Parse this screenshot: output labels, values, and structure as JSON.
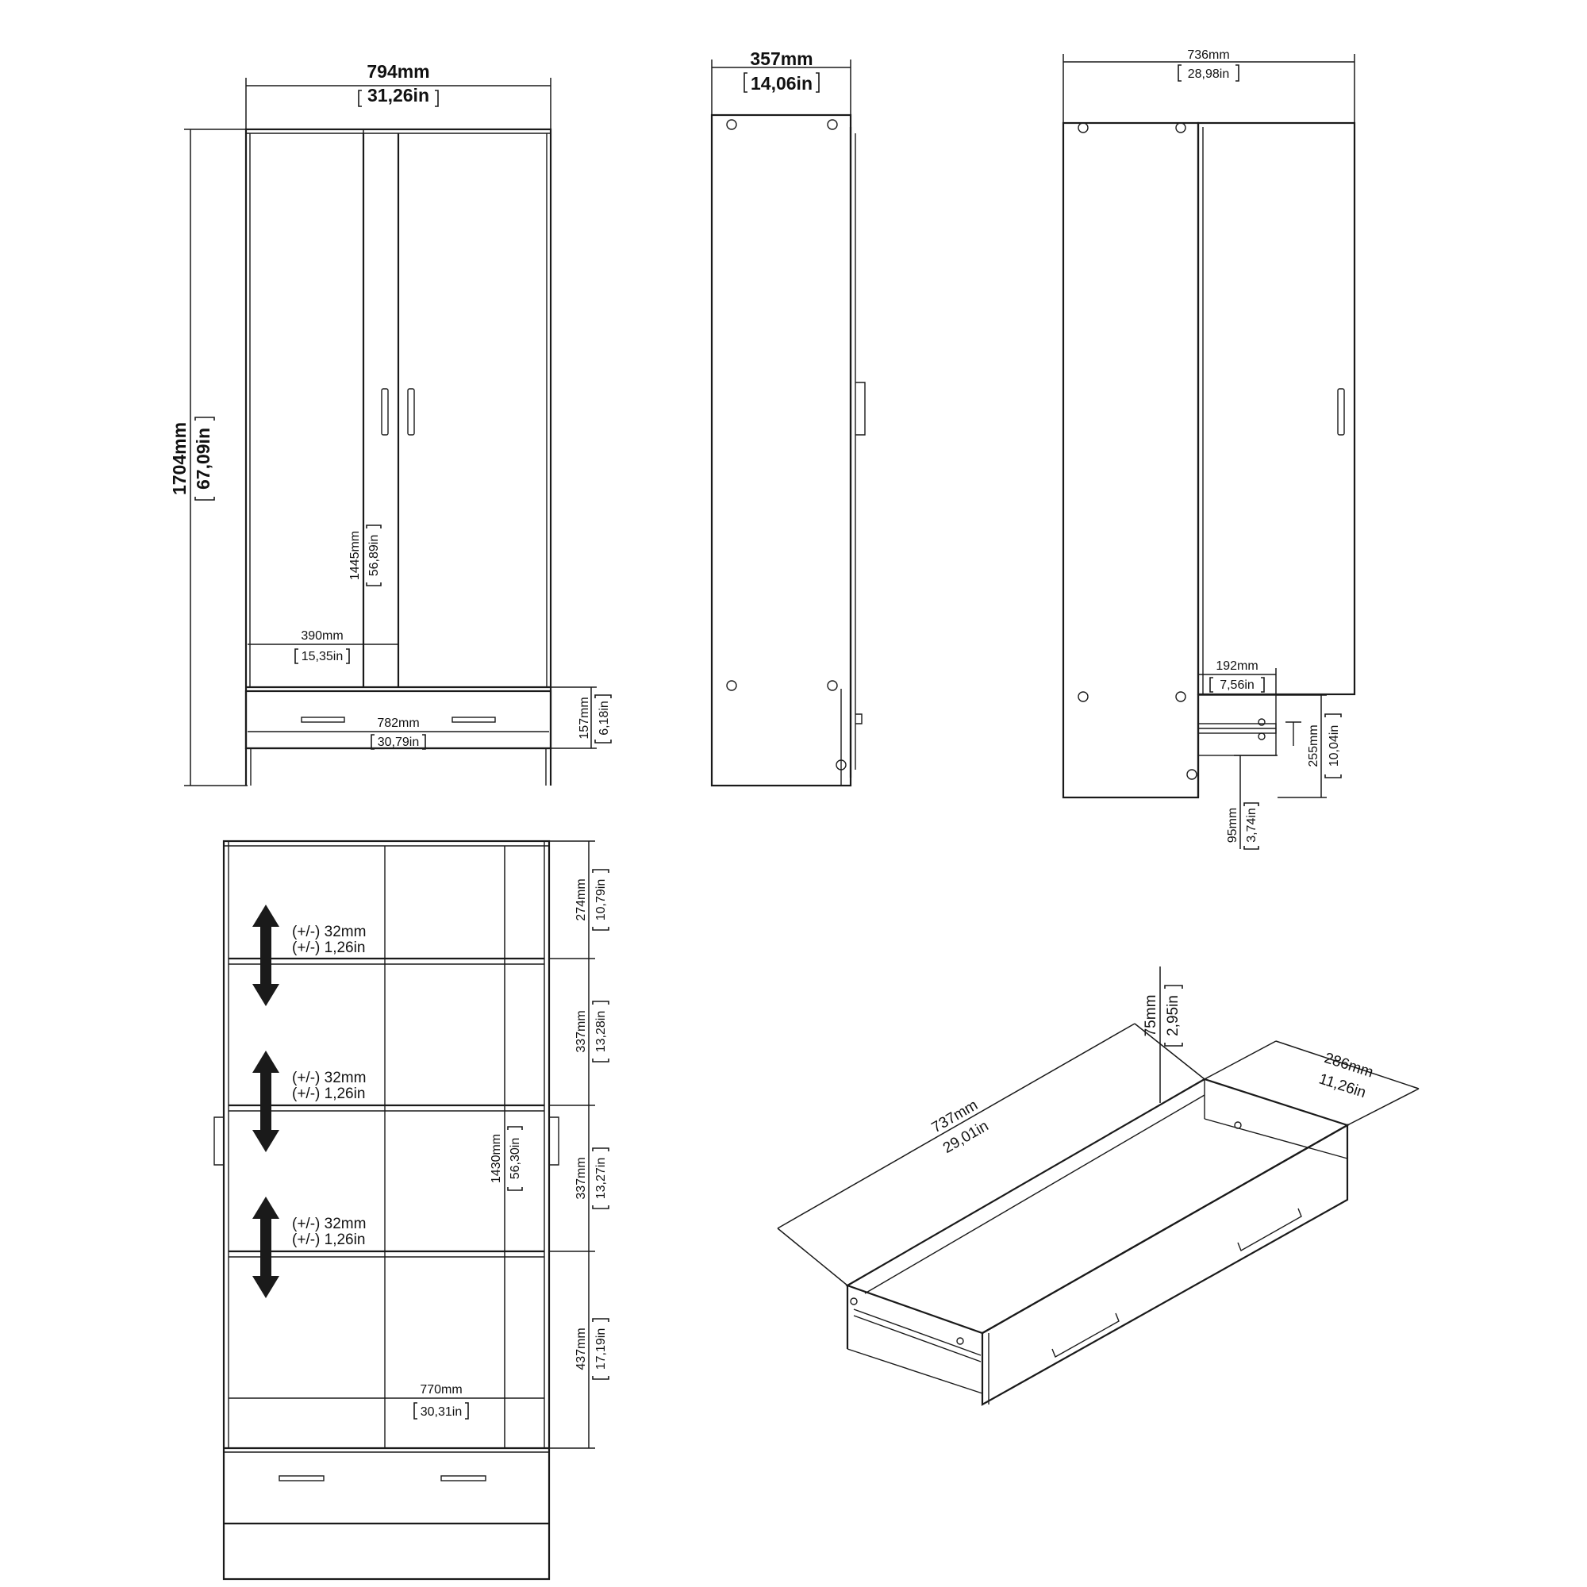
{
  "front_view": {
    "width_mm": "794mm",
    "width_in": "31,26in",
    "height_mm": "1704mm",
    "height_in": "67,09in",
    "inner_height_mm": "1445mm",
    "inner_height_in": "56,89in",
    "door_width_mm": "390mm",
    "door_width_in": "15,35in",
    "drawer_width_mm": "782mm",
    "drawer_width_in": "30,79in",
    "drawer_height_mm": "157mm",
    "drawer_height_in": "6,18in"
  },
  "side_view": {
    "depth_mm": "357mm",
    "depth_in": "14,06in"
  },
  "back_view": {
    "width_mm": "736mm",
    "width_in": "28,98in",
    "opening_mm": "192mm",
    "opening_in": "7,56in",
    "drawer_pos_mm": "255mm",
    "drawer_pos_in": "10,04in",
    "foot_mm": "95mm",
    "foot_in": "3,74in"
  },
  "interior_view": {
    "adjust_mm": "(+/-) 32mm",
    "adjust_in": "(+/-) 1,26in",
    "shelf1_mm": "274mm",
    "shelf1_in": "10,79in",
    "shelf2_mm": "337mm",
    "shelf2_in": "13,28in",
    "shelf3_mm": "337mm",
    "shelf3_in": "13,27in",
    "shelf4_mm": "437mm",
    "shelf4_in": "17,19in",
    "inner_height_mm": "1430mm",
    "inner_height_in": "56,30in",
    "inner_width_mm": "770mm",
    "inner_width_in": "30,31in"
  },
  "drawer_view": {
    "height_mm": "75mm",
    "height_in": "2,95in",
    "length_mm": "737mm",
    "length_in": "29,01in",
    "depth_mm": "286mm",
    "depth_in": "11,26in"
  }
}
